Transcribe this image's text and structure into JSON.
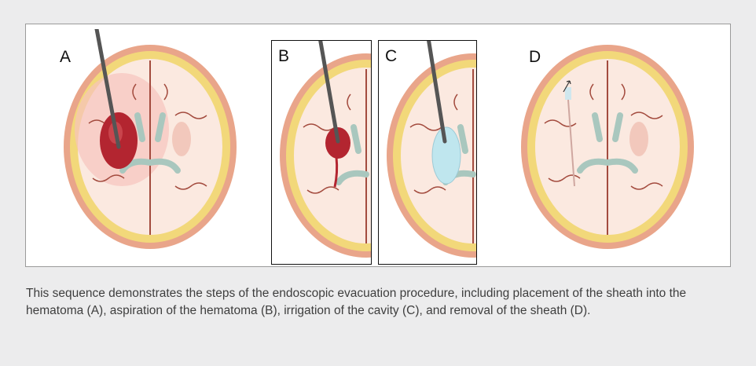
{
  "panels": [
    {
      "letter": "A",
      "state": "sheath placed into hematoma",
      "clot_color": "#b32530"
    },
    {
      "letter": "B",
      "state": "aspiration of hematoma",
      "clot_color": "#b32530"
    },
    {
      "letter": "C",
      "state": "irrigation of cavity",
      "fluid_color": "#bfe6ee"
    },
    {
      "letter": "D",
      "state": "removal of sheath",
      "track_color": "#cfe7ee"
    }
  ],
  "caption": "This sequence demonstrates the steps of the endoscopic evacuation procedure, including placement of the sheath into the hematoma (A), aspiration of the hematoma (B), irrigation of the cavity (C), and removal of the sheath (D).",
  "colors": {
    "page_bg": "#ececed",
    "skull": "#f2d87a",
    "scalp": "#e9a58a",
    "brain": "#fbe9e0",
    "ventricle": "#a9c7be",
    "sulcus": "#a34b3e"
  }
}
